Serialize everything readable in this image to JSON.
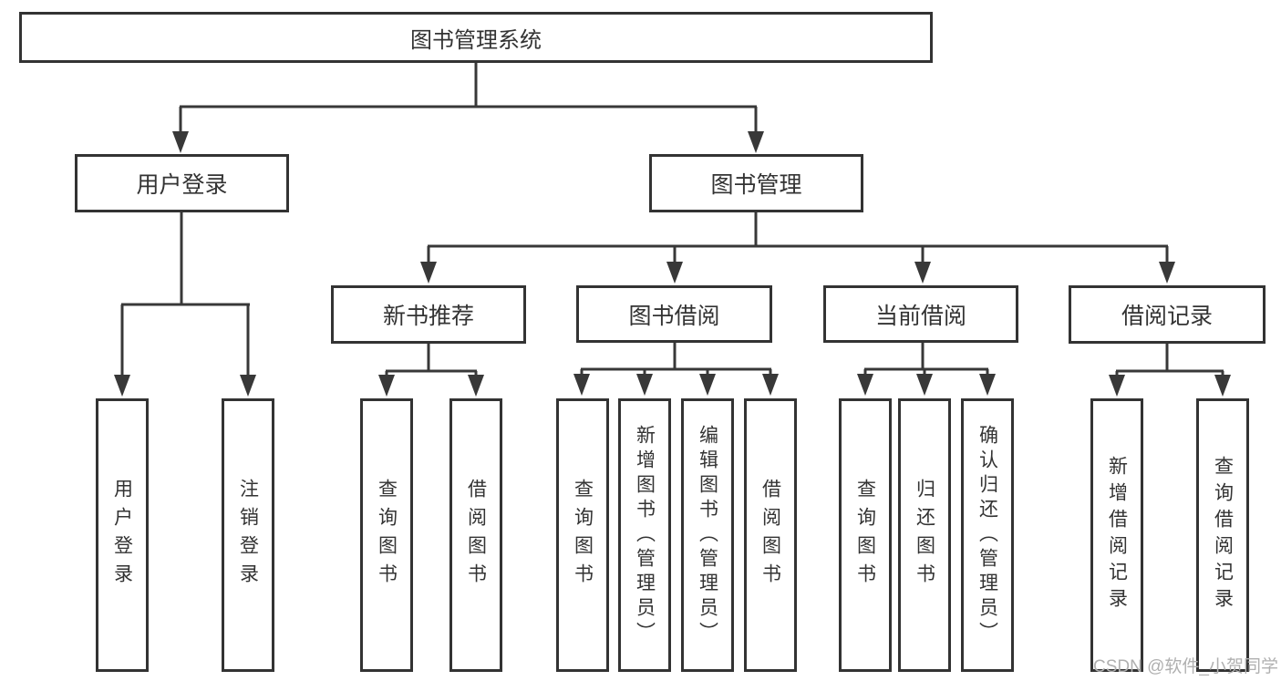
{
  "diagram_title": "图书管理系统",
  "colors": {
    "line": "#383838",
    "box_border": "#333333",
    "text": "#333333",
    "watermark": "#b0b0b0",
    "background": "#ffffff"
  },
  "nodes": {
    "root": {
      "label": "图书管理系统"
    },
    "branches": [
      {
        "label": "用户登录"
      },
      {
        "label": "图书管理"
      }
    ],
    "modules": [
      {
        "label": "新书推荐",
        "parent": "图书管理"
      },
      {
        "label": "图书借阅",
        "parent": "图书管理"
      },
      {
        "label": "当前借阅",
        "parent": "图书管理"
      },
      {
        "label": "借阅记录",
        "parent": "图书管理"
      }
    ],
    "leaves": [
      {
        "label": "用户登录",
        "parent": "用户登录"
      },
      {
        "label": "注销登录",
        "parent": "用户登录"
      },
      {
        "label": "查询图书",
        "parent": "新书推荐"
      },
      {
        "label": "借阅图书",
        "parent": "新书推荐"
      },
      {
        "label": "查询图书",
        "parent": "图书借阅"
      },
      {
        "label": "新增图书（管理员）",
        "parent": "图书借阅"
      },
      {
        "label": "编辑图书（管理员）",
        "parent": "图书借阅"
      },
      {
        "label": "借阅图书",
        "parent": "图书借阅"
      },
      {
        "label": "查询图书",
        "parent": "当前借阅"
      },
      {
        "label": "归还图书",
        "parent": "当前借阅"
      },
      {
        "label": "确认归还（管理员）",
        "parent": "当前借阅"
      },
      {
        "label": "新增借阅记录",
        "parent": "借阅记录"
      },
      {
        "label": "查询借阅记录",
        "parent": "借阅记录"
      }
    ]
  },
  "watermark": {
    "text": "CSDN @软件_小贺同学"
  }
}
